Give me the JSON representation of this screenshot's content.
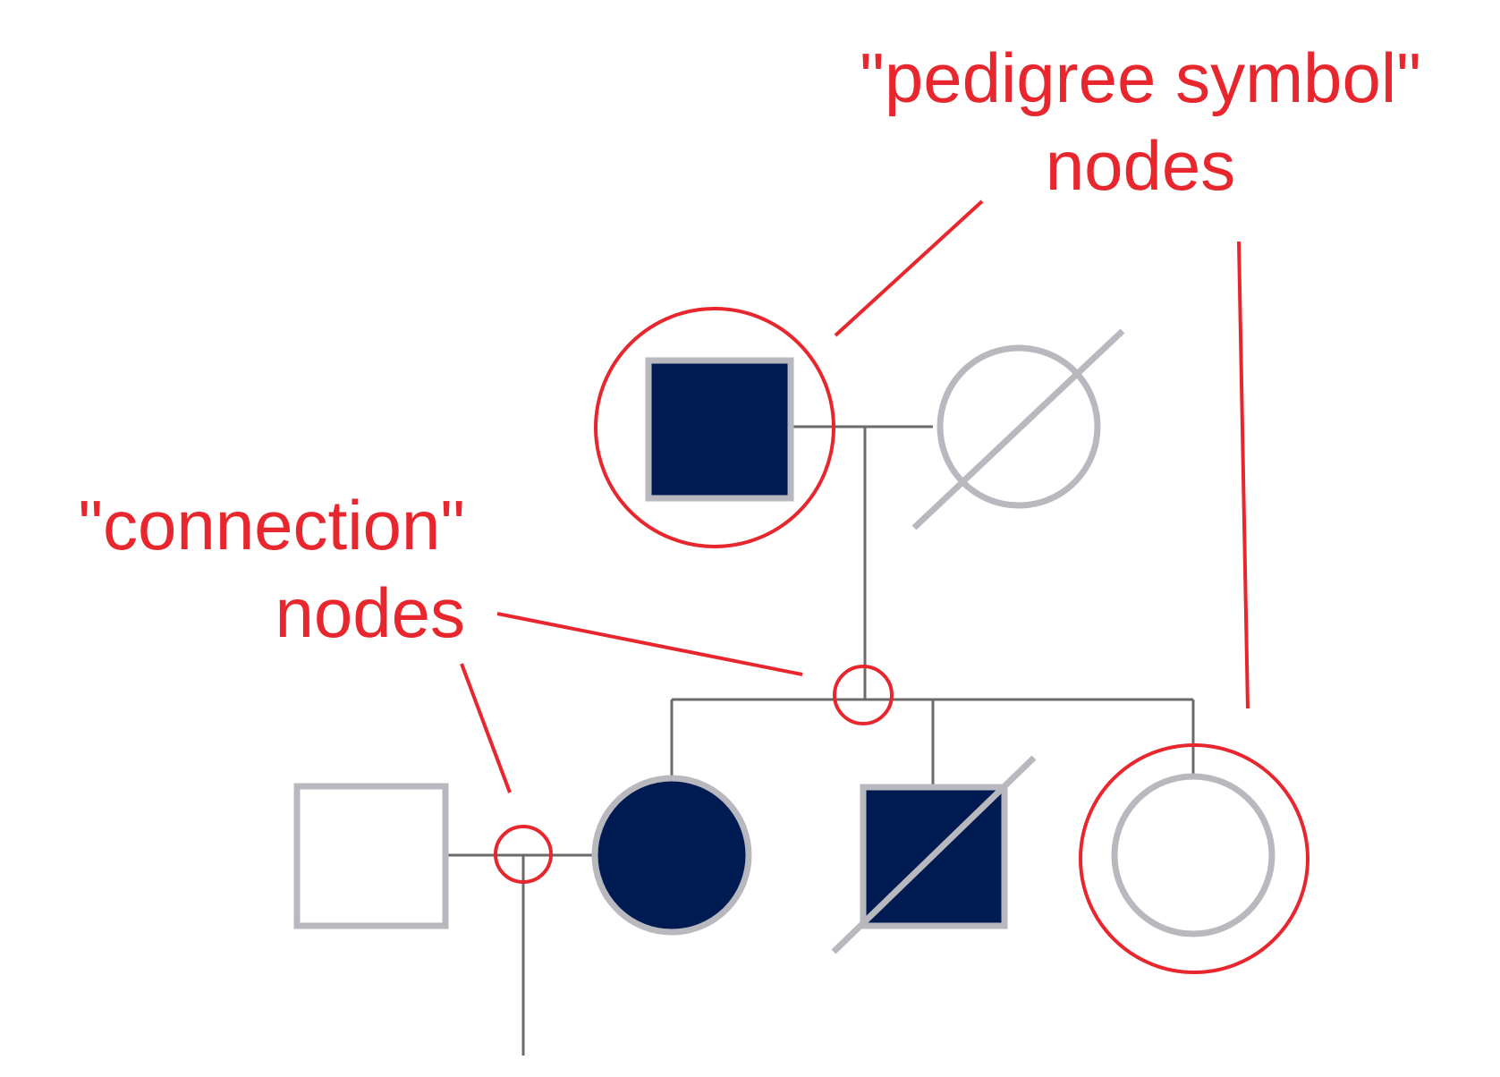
{
  "annotations": {
    "pedigree_symbol": {
      "line1": "\"pedigree symbol\"",
      "line2": "nodes"
    },
    "connection": {
      "line1": "\"connection\"",
      "line2": "nodes"
    }
  },
  "pedigree": {
    "generation_1": [
      {
        "symbol": "male-square",
        "affected": true,
        "deceased": false,
        "highlighted": true
      },
      {
        "symbol": "female-circle",
        "affected": false,
        "deceased": true,
        "highlighted": false
      }
    ],
    "generation_2": [
      {
        "symbol": "male-square",
        "affected": false,
        "deceased": false,
        "highlighted": false,
        "role": "spouse"
      },
      {
        "symbol": "female-circle",
        "affected": true,
        "deceased": false,
        "highlighted": false
      },
      {
        "symbol": "male-square",
        "affected": true,
        "deceased": true,
        "highlighted": false
      },
      {
        "symbol": "female-circle",
        "affected": false,
        "deceased": false,
        "highlighted": true
      }
    ]
  },
  "colors": {
    "affected_fill": "#001a52",
    "symbol_stroke": "#b8b8bf",
    "line": "#6a6a6a",
    "annotation": "#e8262d",
    "background": "#ffffff"
  }
}
